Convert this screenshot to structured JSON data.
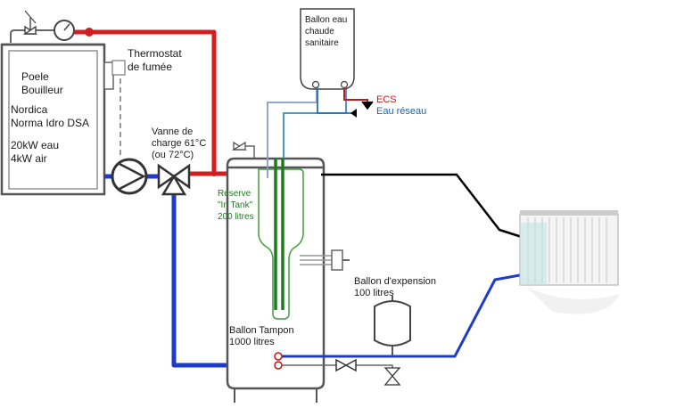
{
  "labels": {
    "stove": [
      "Poele",
      "Bouilleur"
    ],
    "stove_model": [
      "Nordica",
      "Norma Idro DSA"
    ],
    "stove_power": [
      "20kW eau",
      "4kW  air"
    ],
    "thermostat": [
      "Thermostat",
      "de fumée"
    ],
    "valve": [
      "Vanne de",
      "charge 61°C",
      "(ou 72°C)"
    ],
    "dhw_tank": [
      "Ballon eau",
      "chaude",
      "sanitaire"
    ],
    "ecs": "ECS",
    "eau_reseau": "Eau réseau",
    "reserve": [
      "Reserve",
      "\"In Tank\"",
      "200 litres"
    ],
    "expansion": [
      "Ballon d'expension",
      "100 litres"
    ],
    "buffer": [
      "Ballon Tampon",
      "1000 litres"
    ]
  },
  "colors": {
    "hot_pipe": "#d21e1e",
    "cold_pipe": "#1e3cc8",
    "tank_outline": "#555555",
    "in_tank": "#1f7a1f",
    "ecs_pipe": "#b41e1e",
    "network_pipe": "#2a6fb0",
    "radiator_pipe": "#000000"
  },
  "icons": [
    "pump-icon",
    "three-way-valve-icon",
    "thermometer-icon",
    "gate-valve-icon",
    "radiator-icon"
  ]
}
